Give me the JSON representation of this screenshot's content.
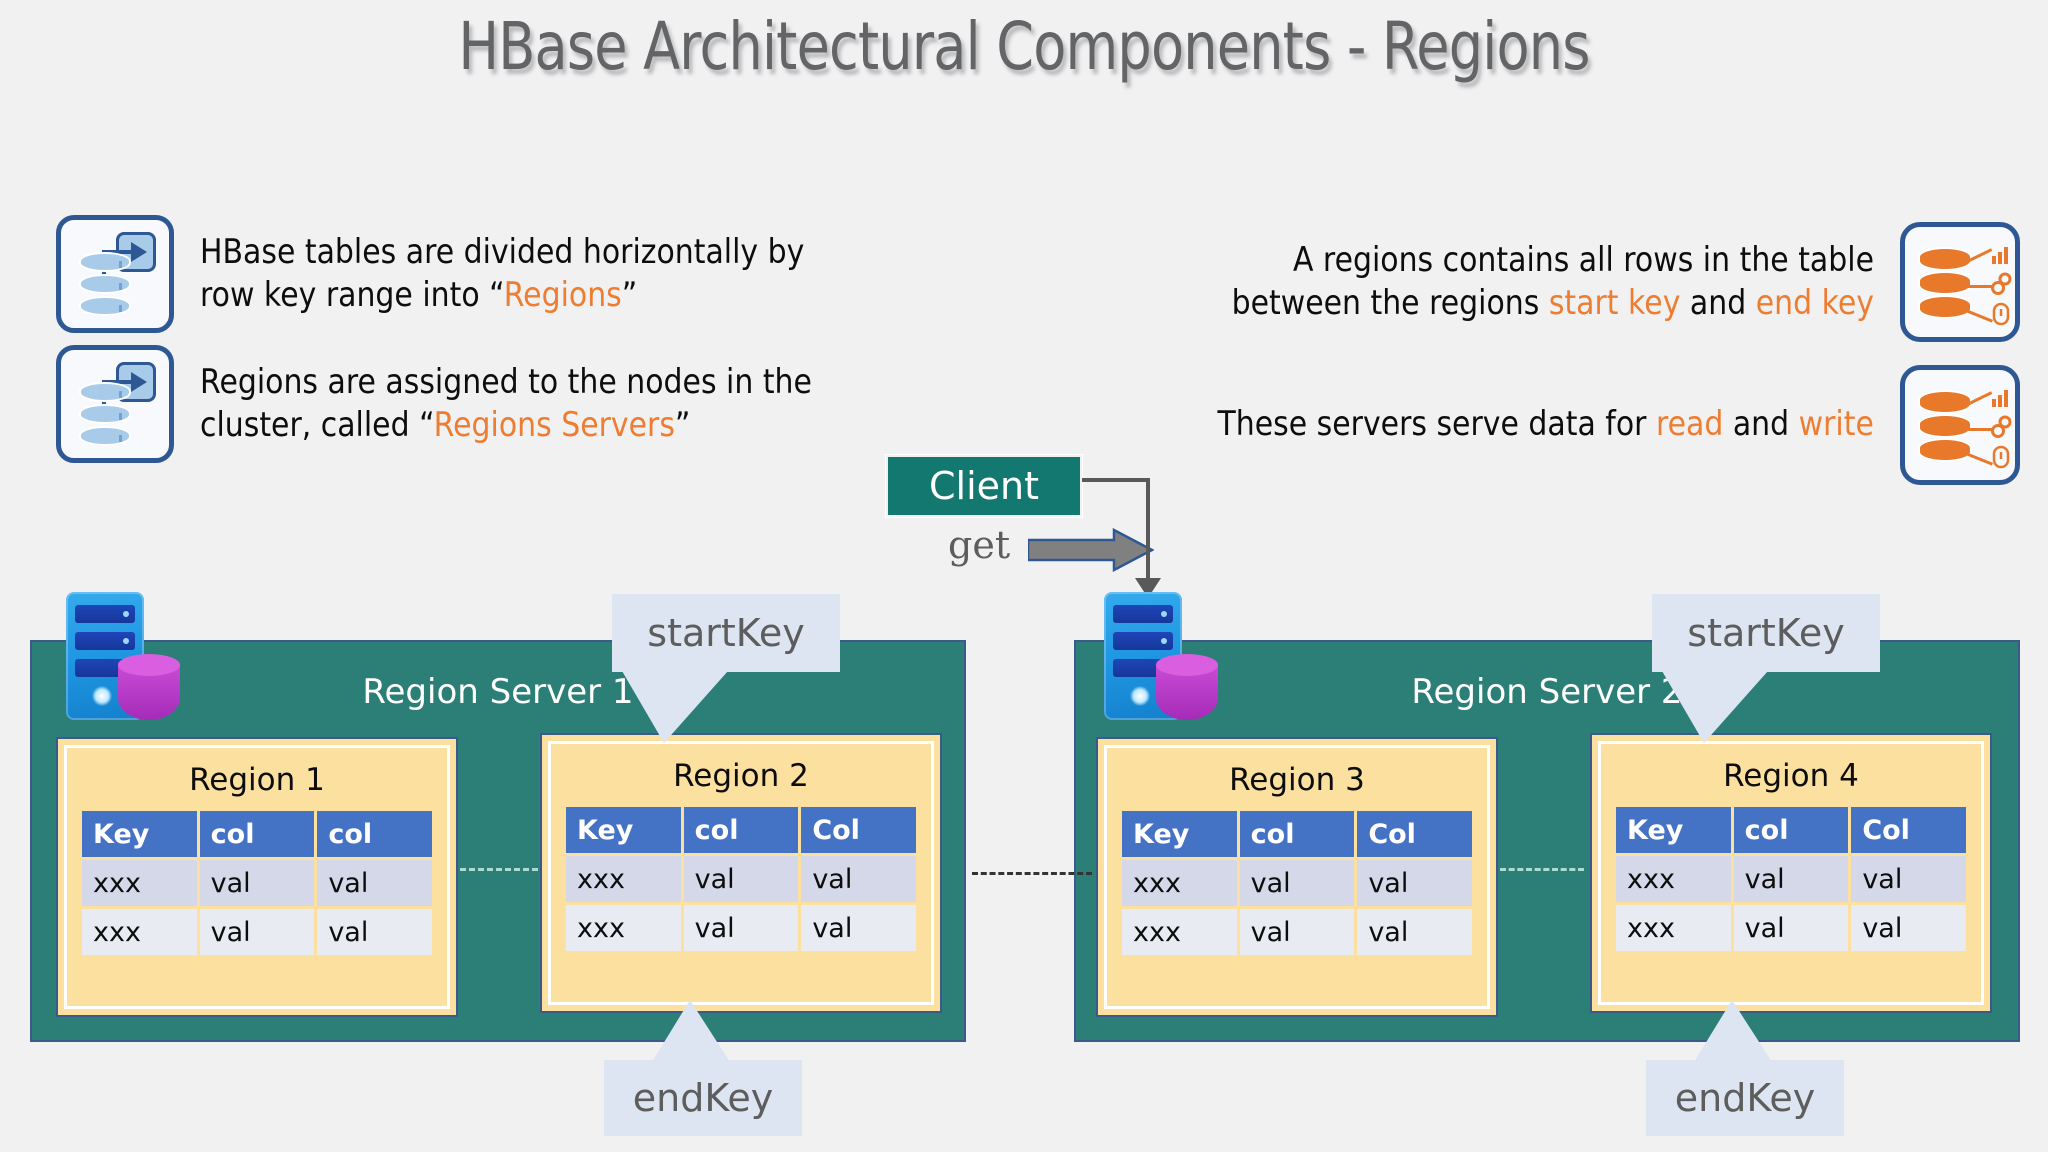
{
  "title": "HBase Architectural Components - Regions",
  "bullets_left": [
    {
      "icon": "db-to-node-icon",
      "line1_a": "HBase tables are divided horizontally by",
      "line2_a": "row key range into “",
      "line2_hl": "Regions",
      "line2_b": "”"
    },
    {
      "icon": "db-to-node-icon",
      "line1_a": "Regions are assigned to the nodes in the",
      "line2_a": "cluster, called “",
      "line2_hl": "Regions Servers",
      "line2_b": "”"
    }
  ],
  "bullets_right": [
    {
      "icon": "orange-db-services-icon",
      "line1_a": "A regions contains all rows in the table",
      "line2_a": "between the regions ",
      "line2_hl1": "start key",
      "line2_b": " and ",
      "line2_hl2": "end key"
    },
    {
      "icon": "orange-db-services-icon",
      "line1_a": "These servers serve data for ",
      "line1_hl1": "read",
      "line1_b": " and ",
      "line1_hl2": "write"
    }
  ],
  "client": {
    "label": "Client",
    "operation_label": "get"
  },
  "servers": [
    {
      "name": "Region Server 1",
      "icon": "server-tower-icon",
      "regions": [
        {
          "name": "Region 1",
          "headers": [
            "Key",
            "col",
            "col"
          ],
          "rows": [
            [
              "xxx",
              "val",
              "val"
            ],
            [
              "xxx",
              "val",
              "val"
            ]
          ],
          "callouts": []
        },
        {
          "name": "Region 2",
          "headers": [
            "Key",
            "col",
            "Col"
          ],
          "rows": [
            [
              "xxx",
              "val",
              "val"
            ],
            [
              "xxx",
              "val",
              "val"
            ]
          ],
          "callouts": [
            "startKey",
            "endKey"
          ]
        }
      ]
    },
    {
      "name": "Region Server 2",
      "icon": "server-tower-icon",
      "regions": [
        {
          "name": "Region 3",
          "headers": [
            "Key",
            "col",
            "Col"
          ],
          "rows": [
            [
              "xxx",
              "val",
              "val"
            ],
            [
              "xxx",
              "val",
              "val"
            ]
          ],
          "callouts": []
        },
        {
          "name": "Region 4",
          "headers": [
            "Key",
            "col",
            "Col"
          ],
          "rows": [
            [
              "xxx",
              "val",
              "val"
            ],
            [
              "xxx",
              "val",
              "val"
            ]
          ],
          "callouts": [
            "startKey",
            "endKey"
          ]
        }
      ]
    }
  ],
  "callout_labels": {
    "start_key_1": "startKey",
    "end_key_1": "endKey",
    "start_key_2": "startKey",
    "end_key_2": "endKey"
  },
  "colors": {
    "background": "#F1F1F2",
    "title_gray": "#636466",
    "accent_orange": "#ED7D31",
    "teal_panel": "#2B7F76",
    "client_teal": "#13786F",
    "region_card_yellow": "#FBE0A0",
    "table_header_blue": "#4472C4",
    "table_row_a": "#D4D8E8",
    "table_row_b": "#E9EBF3",
    "callout_bg": "#DCE5F1",
    "icon_border_blue": "#2E5894",
    "icon_orange": "#E8792B"
  }
}
